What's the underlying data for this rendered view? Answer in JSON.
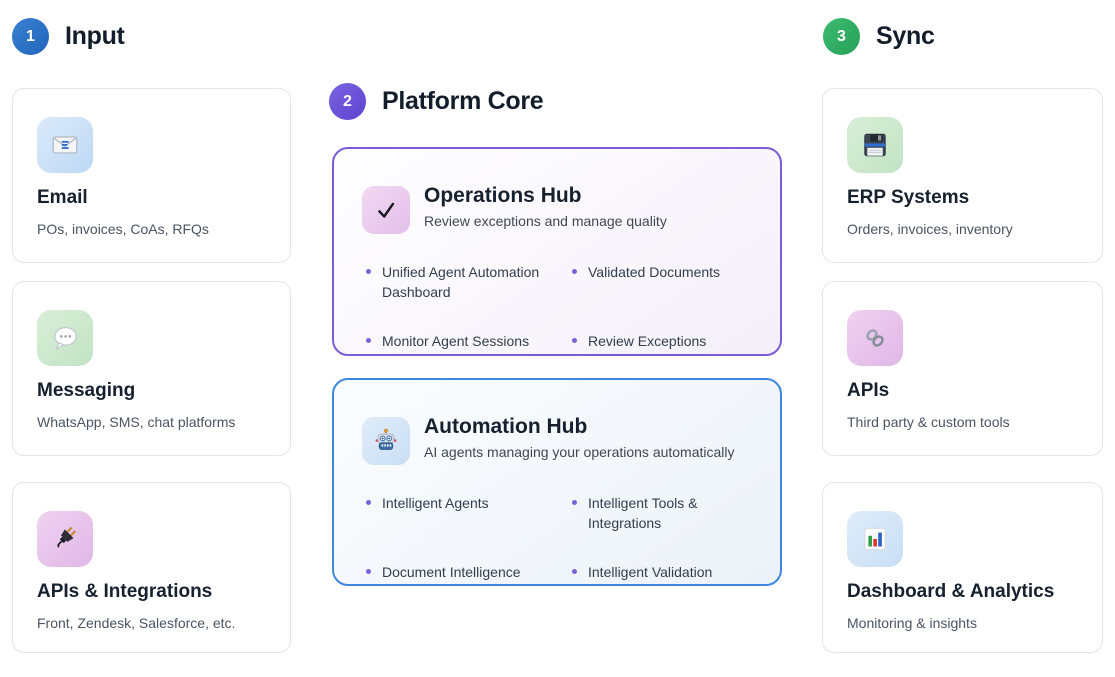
{
  "columns": {
    "input": {
      "step": "1",
      "title": "Input",
      "cards": [
        {
          "title": "Email",
          "subtitle": "POs, invoices, CoAs, RFQs",
          "icon": "email-icon"
        },
        {
          "title": "Messaging",
          "subtitle": "WhatsApp, SMS, chat platforms",
          "icon": "message-balloon-icon"
        },
        {
          "title": "APIs & Integrations",
          "subtitle": "Front, Zendesk, Salesforce, etc.",
          "icon": "plug-icon"
        }
      ]
    },
    "core": {
      "step": "2",
      "title": "Platform Core",
      "hubs": [
        {
          "title": "Operations Hub",
          "subtitle": "Review exceptions and manage quality",
          "icon": "check-icon",
          "bullets": [
            "Unified Agent Automation Dashboard",
            "Validated Documents",
            "Monitor Agent Sessions",
            "Review Exceptions"
          ]
        },
        {
          "title": "Automation Hub",
          "subtitle": "AI agents managing your operations automatically",
          "icon": "robot-icon",
          "bullets": [
            "Intelligent Agents",
            "Intelligent Tools & Integrations",
            "Document Intelligence",
            "Intelligent Validation"
          ]
        }
      ]
    },
    "sync": {
      "step": "3",
      "title": "Sync",
      "cards": [
        {
          "title": "ERP Systems",
          "subtitle": "Orders, invoices, inventory",
          "icon": "floppy-disk-icon"
        },
        {
          "title": "APIs",
          "subtitle": "Third party & custom tools",
          "icon": "link-icon"
        },
        {
          "title": "Dashboard & Analytics",
          "subtitle": "Monitoring & insights",
          "icon": "bar-chart-icon"
        }
      ]
    }
  },
  "colors": {
    "step1_badge": "#2b72c6",
    "step2_badge": "#6b50d7",
    "step3_badge": "#2fae63",
    "operations_hub_border": "#7b5cd6",
    "automation_hub_border": "#3f86e0",
    "bullet_dot": "#7c62d9",
    "side_card_border": "#e3e4f0",
    "title_text": "#16202e",
    "subtitle_text": "#4a5462"
  }
}
